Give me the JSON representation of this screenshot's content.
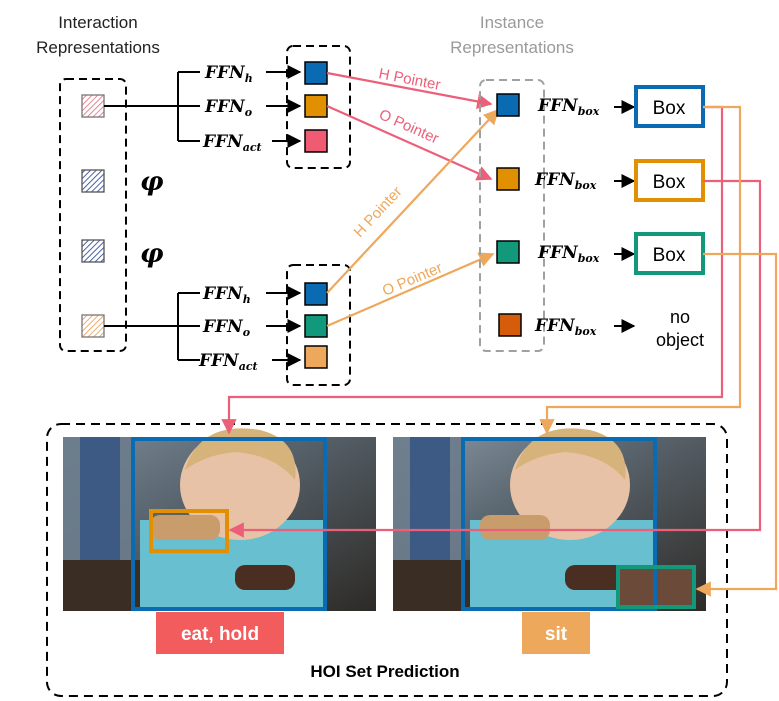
{
  "labels": {
    "interaction_header_line1": "Interaction",
    "interaction_header_line2": "Representations",
    "instance_header_line1": "Instance",
    "instance_header_line2": "Representations",
    "phi": "φ",
    "ffn": "FFN",
    "sub_h": "h",
    "sub_o": "o",
    "sub_act": "act",
    "sub_box": "box",
    "h_pointer": "H Pointer",
    "o_pointer": "O Pointer",
    "box": "Box",
    "no_object_line1": "no",
    "no_object_line2": "object",
    "hoi_set_prediction": "HOI Set Prediction",
    "action_left": "eat, hold",
    "action_right": "sit"
  },
  "colors": {
    "blue": "#0a6bb3",
    "orange": "#e09000",
    "pink": "#ee5b73",
    "green": "#12987a",
    "light_orange": "#eda85c",
    "dark_orange": "#d45c0a",
    "pink_arrow": "#ec5f78",
    "orange_arrow": "#eda85c",
    "red_badge": "#f25c5c",
    "gray_dash": "#a0a0a0"
  },
  "icons": {
    "interaction_query": "hatched-square-icon",
    "output_token": "filled-square-icon"
  }
}
